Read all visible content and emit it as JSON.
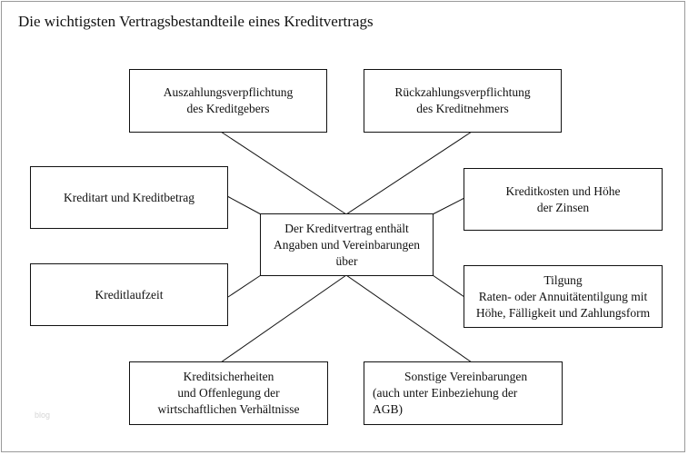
{
  "title": "Die wichtigsten Vertragsbestandteile eines Kreditvertrags",
  "center": {
    "line1": "Der Kreditvertrag enthält",
    "line2": "Angaben und Vereinbarungen",
    "line3": "über"
  },
  "boxes": {
    "auszahlung": {
      "line1": "Auszahlungsverpflichtung",
      "line2": "des Kreditgebers"
    },
    "rueckzahlung": {
      "line1": "Rückzahlungsverpflichtung",
      "line2": "des Kreditnehmers"
    },
    "kreditart": {
      "line1": "Kreditart und Kreditbetrag"
    },
    "kreditkosten": {
      "line1": "Kreditkosten und Höhe",
      "line2": "der Zinsen"
    },
    "laufzeit": {
      "line1": "Kreditlaufzeit"
    },
    "tilgung": {
      "line1": "Tilgung",
      "line2": "Raten- oder Annuitätentilgung mit",
      "line3": "Höhe, Fälligkeit und Zahlungsform"
    },
    "sicherheiten": {
      "line1": "Kreditsicherheiten",
      "line2": "und Offenlegung der",
      "line3": "wirtschaftlichen Verhältnisse"
    },
    "sonstige": {
      "line1": "Sonstige Vereinbarungen",
      "line2": "(auch unter Einbeziehung der",
      "line3": "AGB)"
    }
  },
  "watermark": "blog"
}
